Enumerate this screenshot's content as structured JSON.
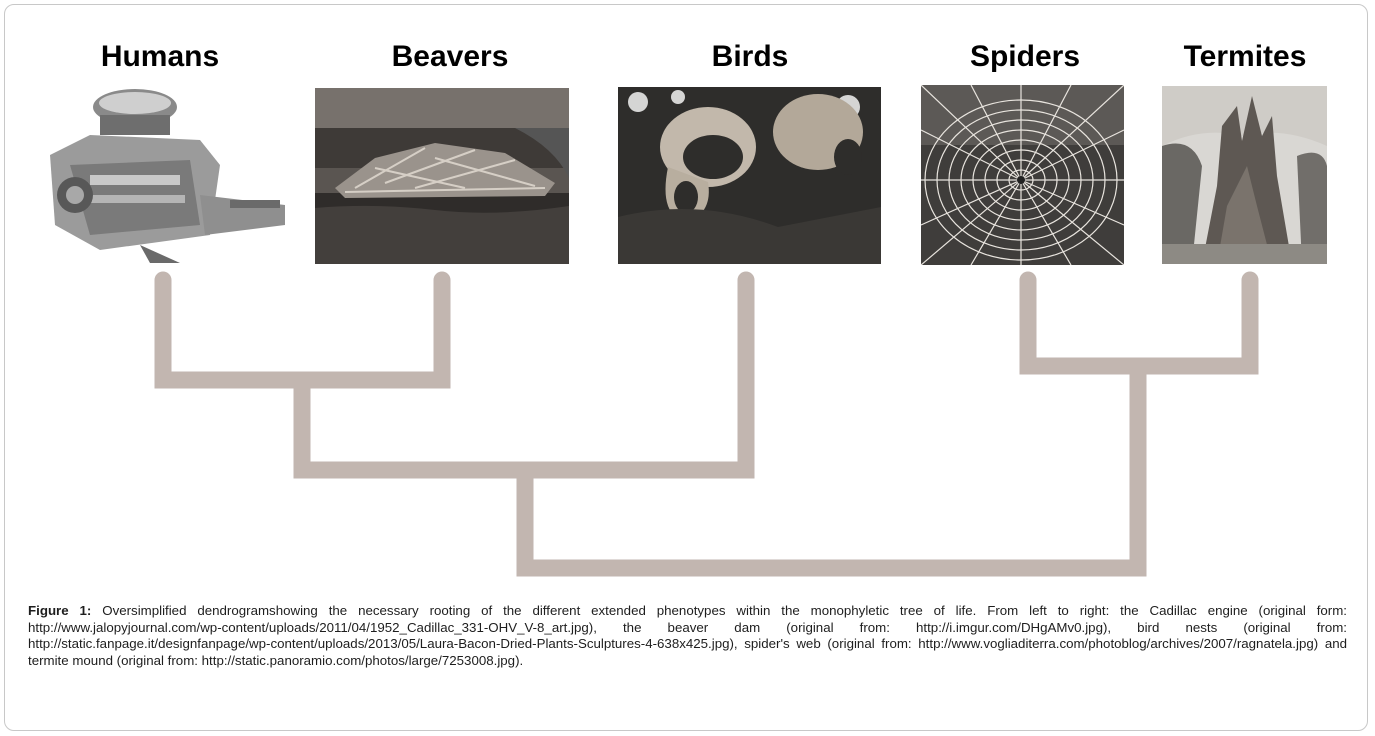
{
  "figure": {
    "labels": {
      "humans": "Humans",
      "beavers": "Beavers",
      "birds": "Birds",
      "spiders": "Spiders",
      "termites": "Termites"
    },
    "images": {
      "humans": "cadillac-engine-illustration",
      "beavers": "beaver-dam-photo",
      "birds": "bird-nests-photo",
      "spiders": "spider-web-photo",
      "termites": "termite-mound-photo"
    },
    "tree_color": "#c2b6b0",
    "caption": {
      "label": "Figure 1:",
      "text": " Oversimplified dendrogramshowing the necessary rooting of the different extended phenotypes within the monophyletic tree of life. From left to right: the Cadillac engine (original form: http://www.jalopyjournal.com/wp-content/uploads/2011/04/1952_Cadillac_331-OHV_V-8_art.jpg), the beaver dam (original from: http://i.imgur.com/DHgAMv0.jpg), bird nests (original from: http://static.fanpage.it/designfanpage/wp-content/uploads/2013/05/Laura-Bacon-Dried-Plants-Sculptures-4-638x425.jpg), spider's web (original from: http://www.vogliaditerra.com/photoblog/archives/2007/ragnatela.jpg) and termite mound (original from: http://static.panoramio.com/photos/large/7253008.jpg)."
    }
  }
}
